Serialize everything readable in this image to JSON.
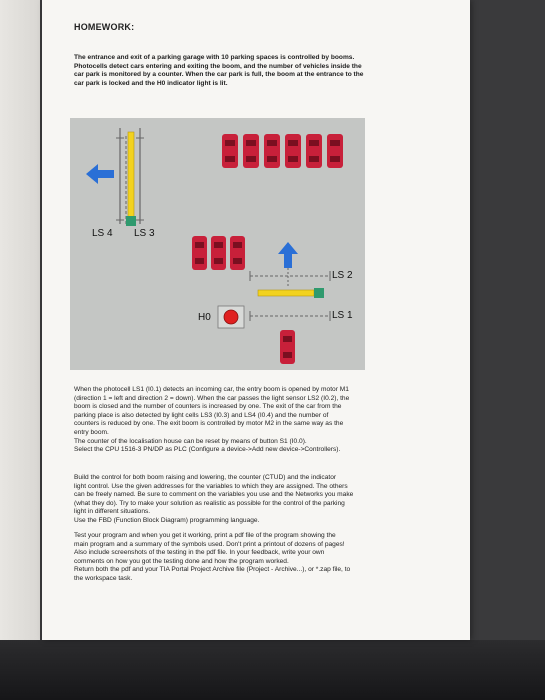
{
  "document": {
    "heading": "HOMEWORK:",
    "intro": [
      "The entrance and exit of a parking garage with 10 parking spaces is controlled by booms.",
      "Photocells detect cars entering and exiting the boom, and the number of vehicles inside the",
      "car park is monitored by a counter. When the car park is full, the boom at the entrance to the",
      "car park is locked and the H0 indicator light is lit."
    ],
    "description": [
      "When the photocell LS1 (I0.1) detects an incoming car, the entry boom is opened by motor M1",
      "(direction 1 = left and direction 2 = down). When the car passes the light sensor LS2 (I0.2), the",
      "boom is closed and the number of counters is increased by one. The exit of the car from the",
      "parking place is also detected by light cells LS3 (I0.3) and LS4 (I0.4) and the number of",
      "counters is reduced by one. The exit boom is controlled by motor M2 in the same way as the",
      "entry boom.",
      "The counter of the localisation house can be reset by means of button S1 (I0.0).",
      "Select the CPU 1516-3 PN/DP as PLC (Configure a device->Add new device->Controllers)."
    ],
    "instructions": [
      "Build the control for both boom raising and lowering, the counter (CTUD) and the indicator",
      "light control. Use the given addresses for the variables to which they are assigned. The others",
      "can be freely named. Be sure to comment on the variables you use and the Networks you make",
      "(what they do). Try to make your solution as realistic as possible for the control of the parking",
      "light in different situations.",
      "Use the FBD (Function Block Diagram) programming language."
    ],
    "submission": [
      "Test your program and when you get it working, print a pdf file of the program showing the",
      "main program and a summary of the symbols used. Don't print a printout of dozens of pages!",
      "Also include screenshots of the testing in the pdf file. In your feedback, write your own",
      "comments on how you got the testing done and how the program worked.",
      "Return both the pdf and your TIA Portal Project Archive file (Project - Archive...), or *.zap file, to",
      "the workspace task."
    ]
  },
  "diagram": {
    "labels": {
      "ls4": "LS 4",
      "ls3": "LS 3",
      "ls2": "LS 2",
      "ls1": "LS 1",
      "h0": "H0"
    },
    "colors": {
      "background": "#c4c6c4",
      "car": "#c8203a",
      "boom": "#f2d21f",
      "arrow": "#2a6fd6",
      "light": "#e02020"
    }
  }
}
